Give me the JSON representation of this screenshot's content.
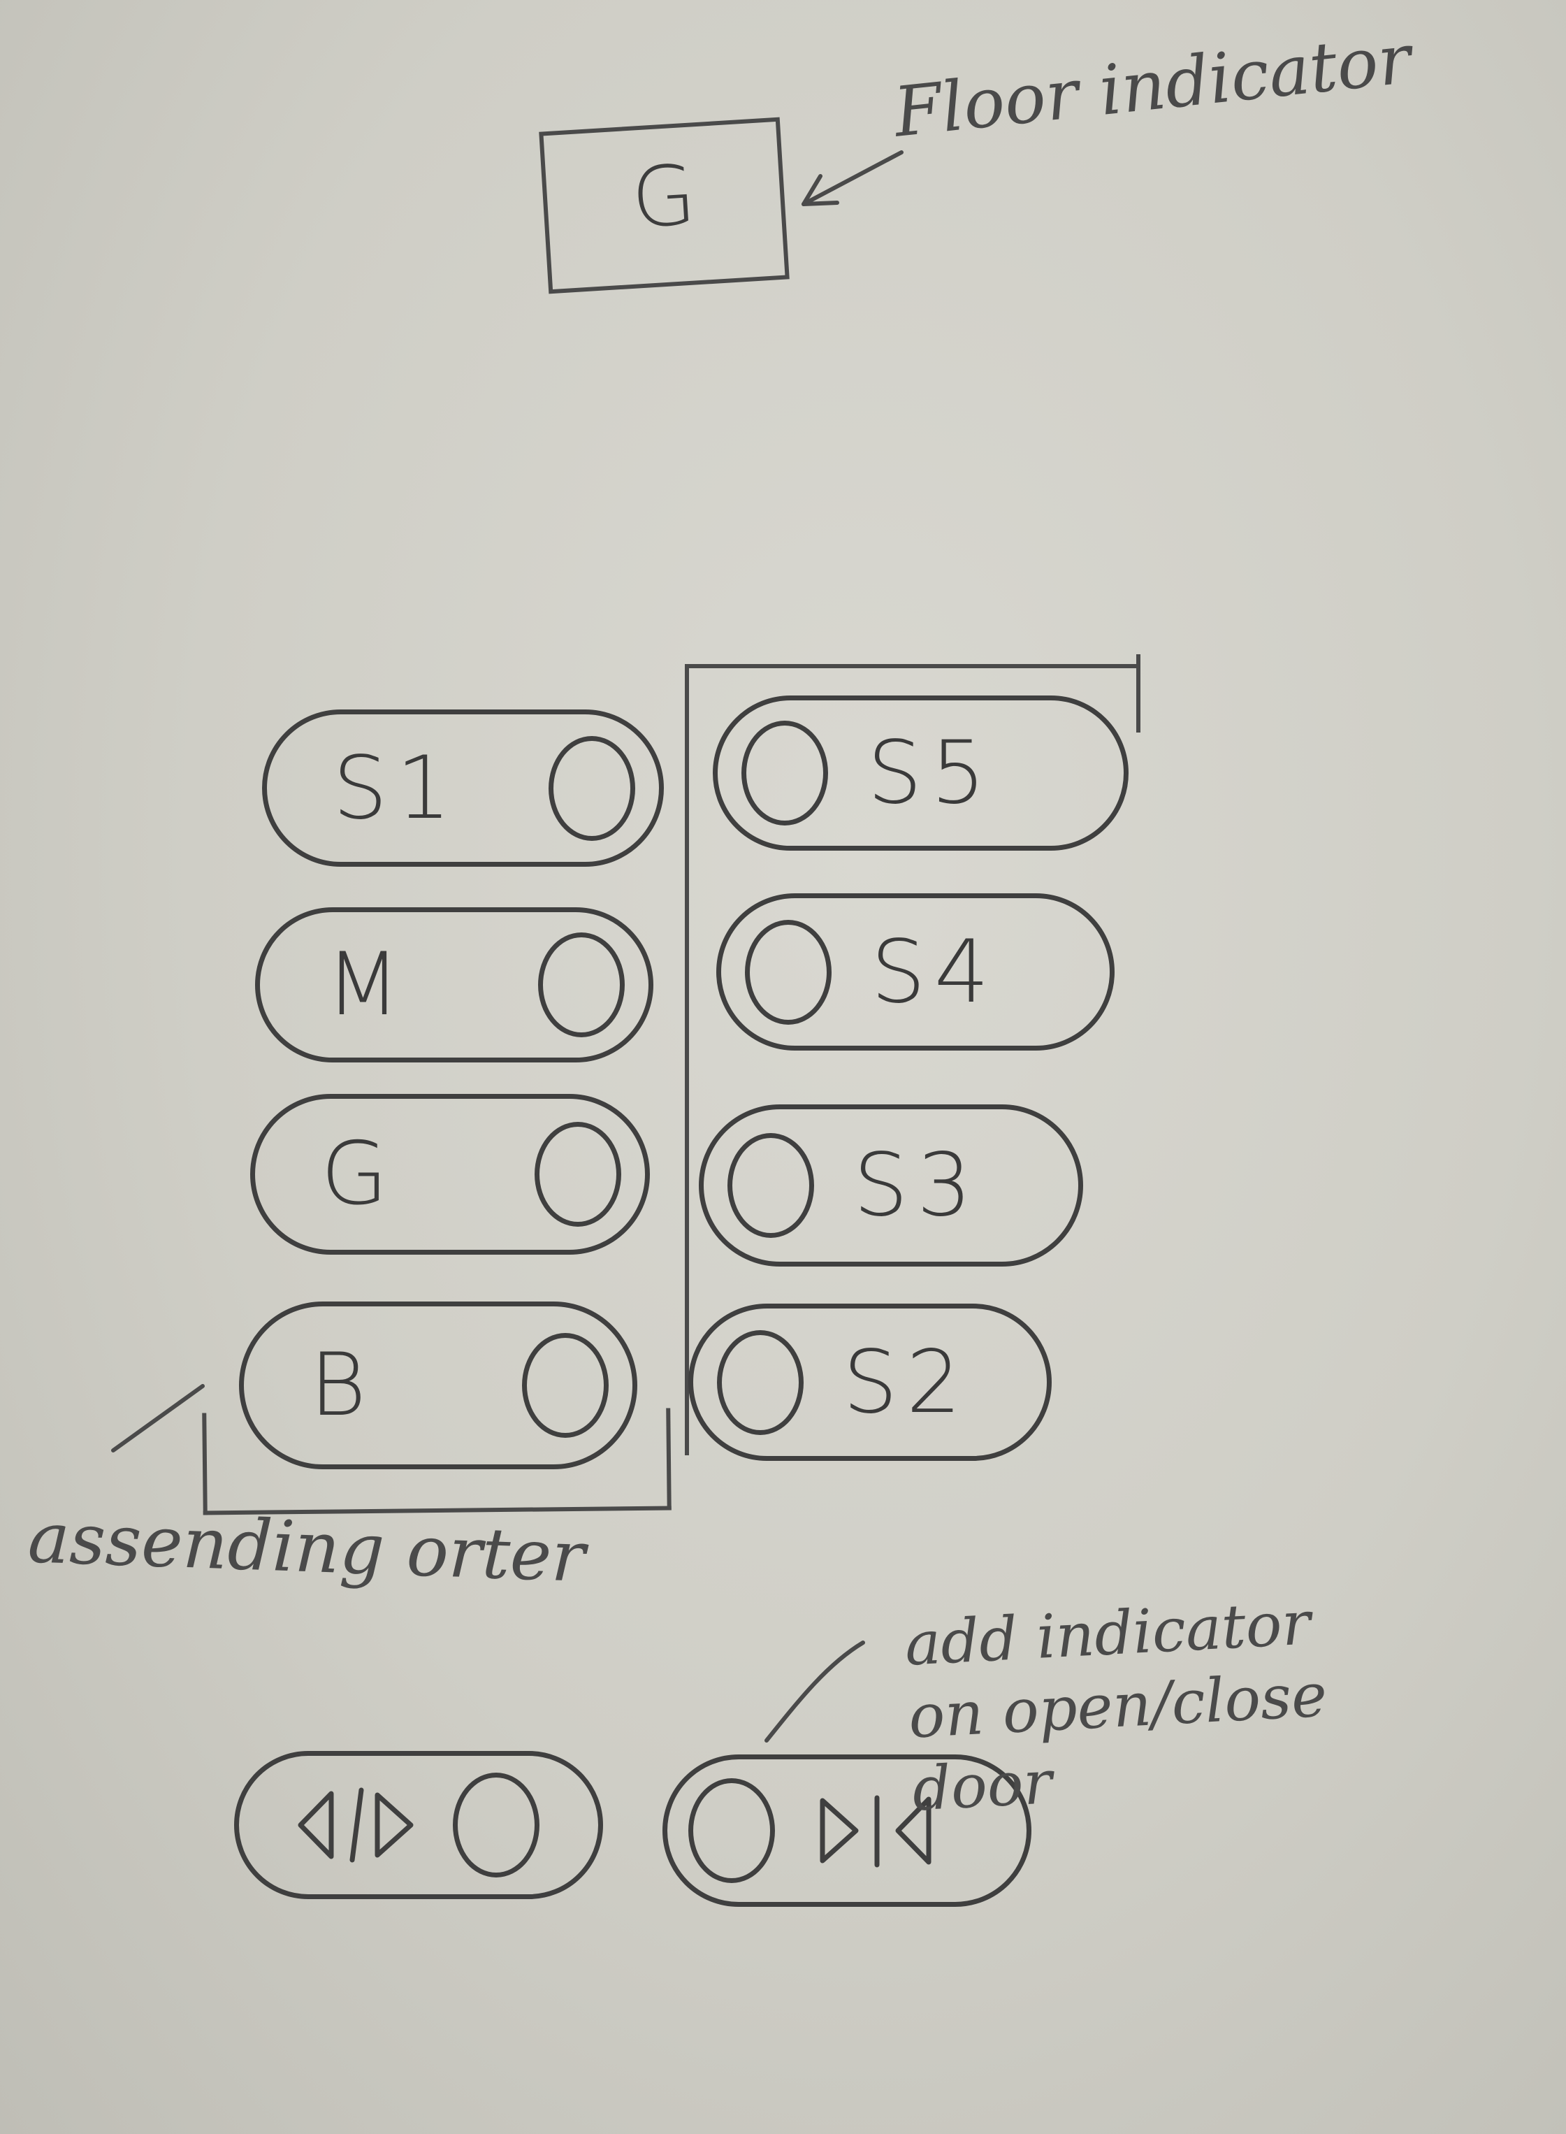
{
  "floor_indicator": {
    "value": "G",
    "annotation": "Floor indicator"
  },
  "floor_buttons_left": [
    {
      "label": "S1"
    },
    {
      "label": "M"
    },
    {
      "label": "G"
    },
    {
      "label": "B"
    }
  ],
  "floor_buttons_right": [
    {
      "label": "S5"
    },
    {
      "label": "S4"
    },
    {
      "label": "S3"
    },
    {
      "label": "S2"
    }
  ],
  "annotations": {
    "ascending_order": "assending orter",
    "door_indicator": "add indicator\non open/close\ndoor"
  },
  "door_buttons": [
    {
      "name": "open-door",
      "icon": "door-open-icon"
    },
    {
      "name": "close-door",
      "icon": "door-close-icon"
    }
  ]
}
